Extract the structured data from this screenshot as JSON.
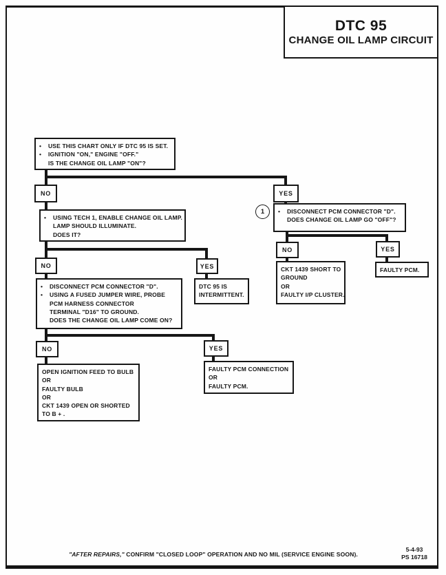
{
  "page": {
    "title": "DTC 95",
    "subtitle": "CHANGE OIL LAMP CIRCUIT",
    "footer_italic": "\"AFTER REPAIRS,\"",
    "footer_text": "CONFIRM \"CLOSED LOOP\" OPERATION AND NO MIL (SERVICE ENGINE SOON).",
    "date": "5-4-93",
    "doc_number": "PS 16718"
  },
  "glyphs": {
    "bullet": "•"
  },
  "labels": {
    "no": "NO",
    "yes": "YES",
    "connector_1": "1"
  },
  "flow": {
    "start": {
      "lines": [
        "USE THIS CHART ONLY IF DTC 95 IS SET.",
        "IGNITION \"ON,\" ENGINE \"OFF.\"",
        "IS THE CHANGE OIL LAMP \"ON\"?"
      ]
    },
    "tech1": {
      "lines": [
        "USING TECH 1, ENABLE CHANGE OIL LAMP.",
        "LAMP SHOULD ILLUMINATE.",
        "DOES IT?"
      ]
    },
    "disc_right": {
      "lines": [
        "DISCONNECT PCM CONNECTOR \"D\".",
        "DOES CHANGE OIL LAMP GO \"OFF\"?"
      ]
    },
    "ckt_short": {
      "lines": [
        "CKT 1439 SHORT TO",
        "GROUND",
        "OR",
        "FAULTY I/P CLUSTER."
      ]
    },
    "faulty_pcm": {
      "lines": [
        "FAULTY PCM."
      ]
    },
    "dtc_int": {
      "lines": [
        "DTC 95 IS",
        "INTERMITTENT."
      ]
    },
    "jumper": {
      "lines": [
        "DISCONNECT PCM CONNECTOR \"D\".",
        "USING A FUSED JUMPER WIRE, PROBE",
        "PCM HARNESS CONNECTOR",
        "TERMINAL \"D16\" TO GROUND.",
        "DOES THE CHANGE OIL LAMP COME ON?"
      ]
    },
    "open_feed": {
      "lines": [
        "OPEN IGNITION FEED TO BULB",
        "OR",
        "FAULTY BULB",
        "OR",
        "CKT 1439 OPEN OR SHORTED",
        "TO B + ."
      ]
    },
    "pcm_conn": {
      "lines": [
        "FAULTY PCM CONNECTION",
        "OR",
        "FAULTY PCM."
      ]
    }
  }
}
